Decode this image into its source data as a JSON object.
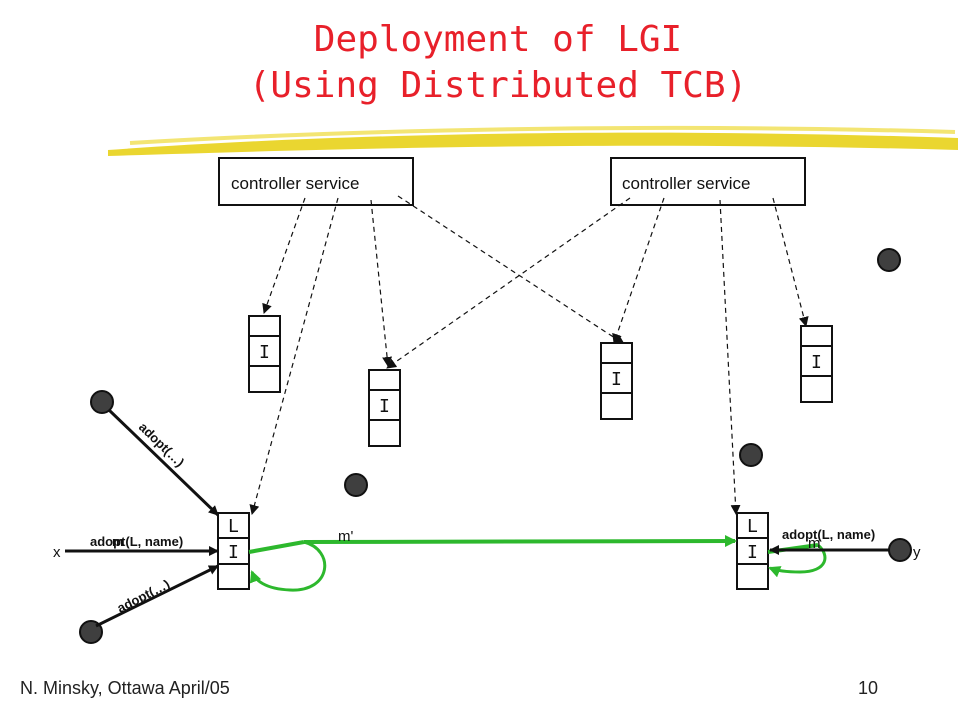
{
  "title": {
    "line1": "Deployment of LGI",
    "line2": "(Using Distributed TCB)"
  },
  "services": [
    {
      "label": "controller service"
    },
    {
      "label": "controller service"
    }
  ],
  "cells": {
    "I": "I",
    "L": "L"
  },
  "edges": {
    "adopt_top": "adopt(…)",
    "adopt_bottom": "adopt(…)",
    "adopt_left": "adopt(L, name)",
    "adopt_left_overlap": "m",
    "adopt_right": "adopt(L, name)"
  },
  "messages": {
    "m_prime": "m'",
    "m_right": "m"
  },
  "endpoints": {
    "x": "x",
    "y": "y"
  },
  "colors": {
    "title": "#e8202a",
    "highlight": "#e8d21a",
    "message_line": "#2db82d",
    "node": "#3f3f3f"
  },
  "footer": {
    "author": "N. Minsky, Ottawa April/05",
    "page": "10"
  }
}
